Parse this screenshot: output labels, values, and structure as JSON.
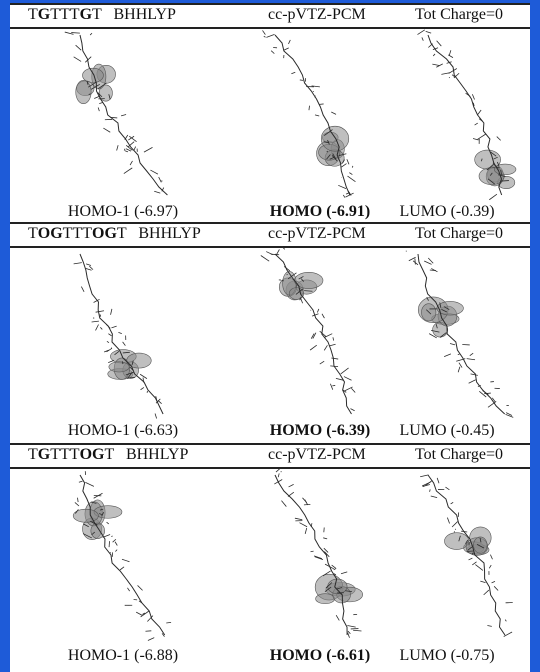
{
  "panels": [
    {
      "molecule_parts": [
        {
          "t": "T",
          "b": false
        },
        {
          "t": "G",
          "b": true
        },
        {
          "t": "TTT",
          "b": false
        },
        {
          "t": "G",
          "b": true
        },
        {
          "t": "T",
          "b": false
        }
      ],
      "method": "BHHLYP",
      "basis": "cc-pVTZ-PCM",
      "charge": "Tot Charge=0",
      "captions": [
        "HOMO-1 (-6.97)",
        "HOMO (-6.91)",
        "LUMO (-0.39)"
      ]
    },
    {
      "molecule_parts": [
        {
          "t": "T",
          "b": false
        },
        {
          "t": "OG",
          "b": true
        },
        {
          "t": "TTT",
          "b": false
        },
        {
          "t": "OG",
          "b": true
        },
        {
          "t": "T",
          "b": false
        }
      ],
      "method": "BHHLYP",
      "basis": "cc-pVTZ-PCM",
      "charge": "Tot Charge=0",
      "captions": [
        "HOMO-1 (-6.63)",
        "HOMO (-6.39)",
        "LUMO (-0.45)"
      ]
    },
    {
      "molecule_parts": [
        {
          "t": "T",
          "b": false
        },
        {
          "t": "G",
          "b": true
        },
        {
          "t": "TTT",
          "b": false
        },
        {
          "t": "OG",
          "b": true
        },
        {
          "t": "T",
          "b": false
        }
      ],
      "method": "BHHLYP",
      "basis": "cc-pVTZ-PCM",
      "charge": "Tot Charge=0",
      "captions": [
        "HOMO-1 (-6.88)",
        "HOMO (-6.61)",
        "LUMO (-0.75)"
      ]
    }
  ],
  "colors": {
    "frame": "#1e5bd8",
    "orbital": "#8a8a8a",
    "bonds": "#2a2a2a"
  }
}
